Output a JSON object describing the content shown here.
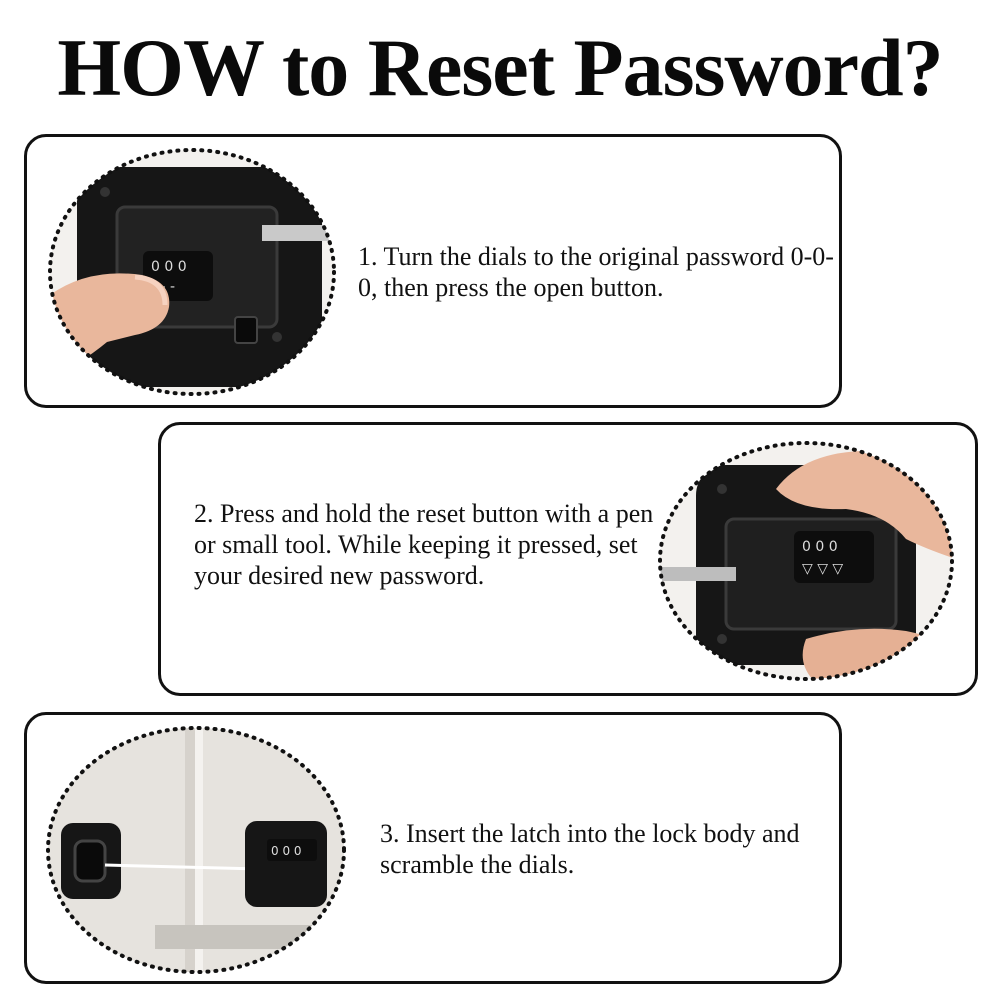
{
  "title": "HOW to Reset Password?",
  "steps": [
    {
      "text": "1. Turn the dials to the original password 0-0-0, then press the open button."
    },
    {
      "text": "2. Press and hold the reset button with a pen or small tool. While keeping it pressed, set your desired new password."
    },
    {
      "text": "3. Insert the latch into the lock body and scramble the dials."
    }
  ],
  "colors": {
    "frame": "#111111",
    "lock": "#151515",
    "skin": "#e9b79c",
    "fridge": "#e6e3de"
  }
}
